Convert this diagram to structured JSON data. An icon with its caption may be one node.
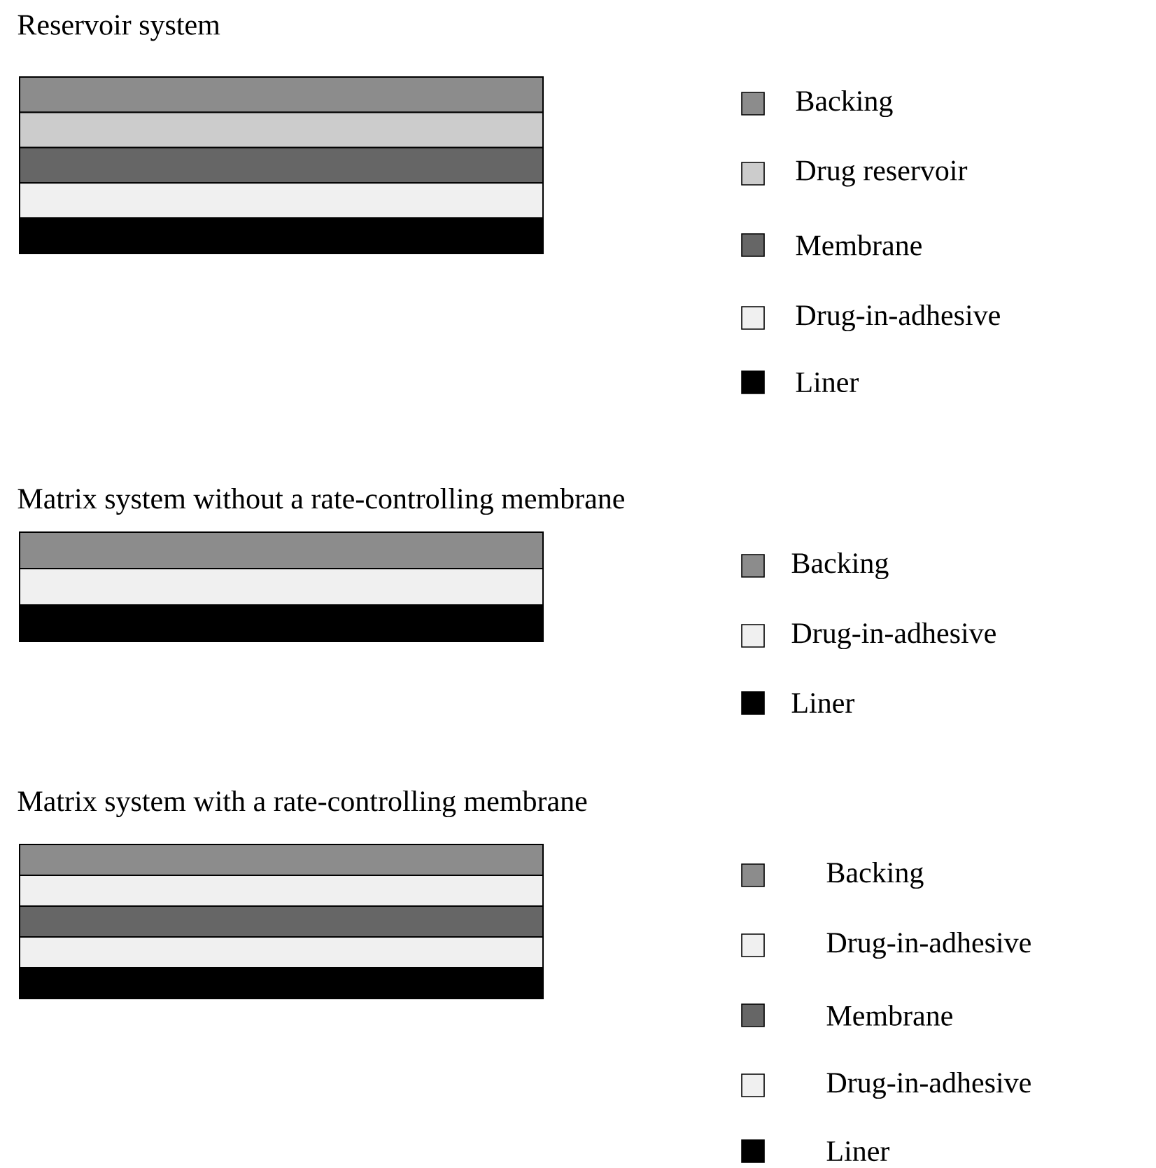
{
  "diagram": {
    "labels": [
      "Reservoir system",
      "Matrix system without a rate-controlling membrane",
      "Matrix system with a rate-controlling membrane"
    ],
    "legend": [
      {
        "text": "Backing"
      },
      {
        "text": "Drug reservoir"
      },
      {
        "text": "Membrane"
      },
      {
        "text": "Drug-in-adhesive"
      },
      {
        "text": "Liner",
        "color": "#000000"
      },
      {
        "text": "Backing"
      },
      {
        "text": "Drug-in-adhesive"
      },
      {
        "text": "Liner",
        "color": "#000000"
      },
      {
        "text": "Backing"
      },
      {
        "text": "Drug-in-adhesive"
      },
      {
        "text": "Membrane"
      },
      {
        "text": "Drug-in-adhesive"
      },
      {
        "text": "Liner",
        "color": "#000000"
      }
    ]
  }
}
